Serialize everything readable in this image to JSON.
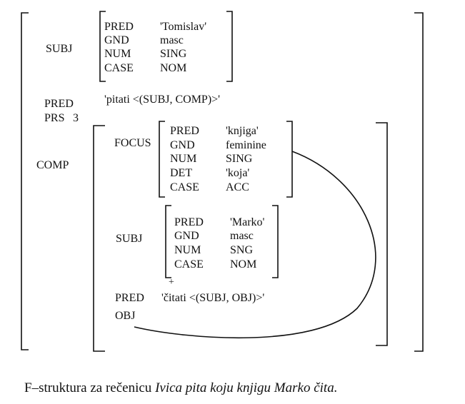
{
  "subj": {
    "label": "SUBJ",
    "attrs": [
      {
        "attr": "PRED",
        "val": "'Tomislav'"
      },
      {
        "attr": "GND",
        "val": "masc"
      },
      {
        "attr": "NUM",
        "val": "SING"
      },
      {
        "attr": "CASE",
        "val": "NOM"
      }
    ]
  },
  "pred": {
    "label": "PRED",
    "value": "'pitati <(SUBJ, COMP)>'"
  },
  "prs": {
    "label": "PRS",
    "value": "3"
  },
  "comp": {
    "label": "COMP",
    "focus": {
      "label": "FOCUS",
      "attrs": [
        {
          "attr": "PRED",
          "val": "'knjiga'"
        },
        {
          "attr": "GND",
          "val": "feminine"
        },
        {
          "attr": "NUM",
          "val": "SING"
        },
        {
          "attr": "DET",
          "val": "'koja'"
        },
        {
          "attr": "CASE",
          "val": "ACC"
        }
      ]
    },
    "subj": {
      "label": "SUBJ",
      "attrs": [
        {
          "attr": "PRED",
          "val": "'Marko'"
        },
        {
          "attr": "GND",
          "val": "masc"
        },
        {
          "attr": "NUM",
          "val": "SNG"
        },
        {
          "attr": "CASE",
          "val": "NOM"
        }
      ],
      "plus": "+"
    },
    "pred": {
      "label": "PRED",
      "value": "'čitati <(SUBJ, OBJ)>'"
    },
    "obj": {
      "label": "OBJ"
    }
  },
  "caption": {
    "prefix": "F–struktura za rečenicu ",
    "sentence": "Ivica pita koju knjigu Marko čita."
  }
}
